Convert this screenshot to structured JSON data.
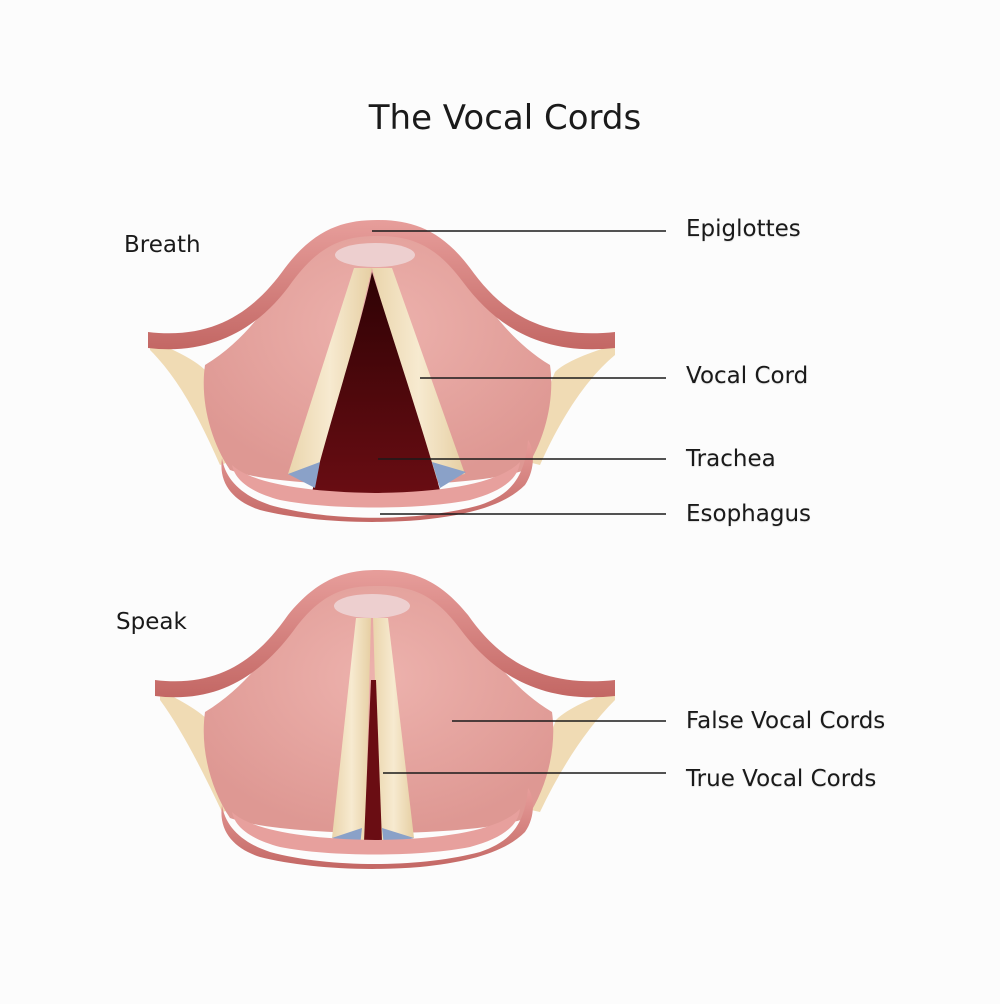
{
  "title": "The Vocal Cords",
  "breath": {
    "label": "Breath",
    "callouts": [
      "Epiglottes",
      "Vocal Cord",
      "Trachea",
      "Esophagus"
    ]
  },
  "speak": {
    "label": "Speak",
    "callouts": [
      "False Vocal Cords",
      "True Vocal Cords"
    ]
  },
  "colors": {
    "tissue": "#e5a3a0",
    "tissue_rim": "#c8706e",
    "cord": "#f3e3c1",
    "airway": "#5e0a0f",
    "cartilage": "#7f9ac7",
    "leader_line": "#1a1a1a"
  }
}
